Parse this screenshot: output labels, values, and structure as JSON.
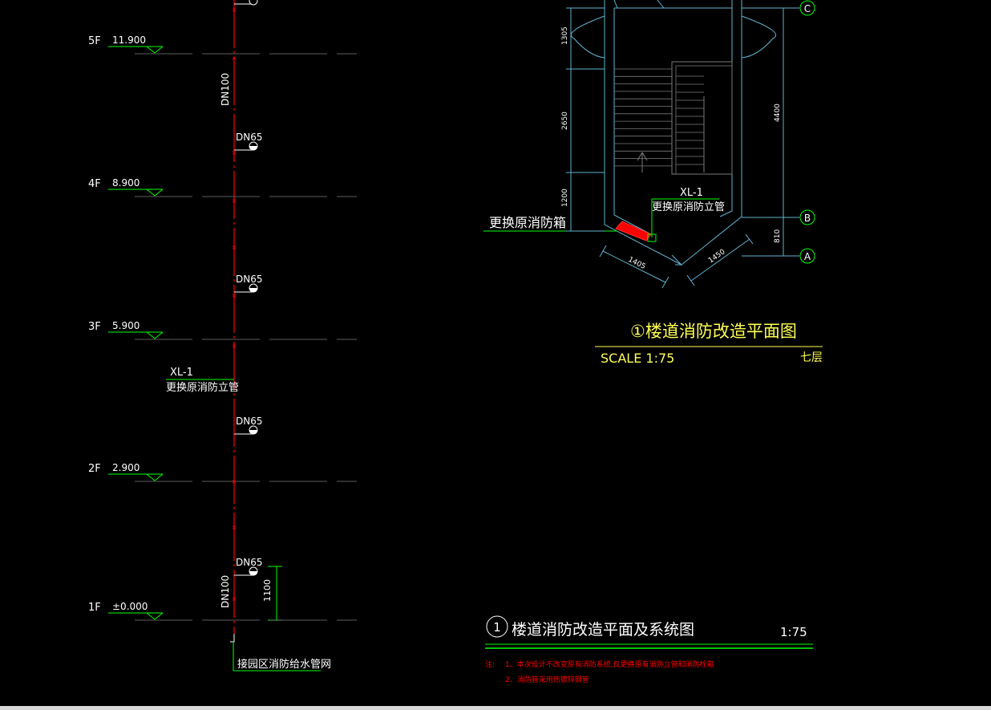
{
  "floors": [
    {
      "label": "5F",
      "elevation": "11.900"
    },
    {
      "label": "4F",
      "elevation": "8.900"
    },
    {
      "label": "3F",
      "elevation": "5.900"
    },
    {
      "label": "2F",
      "elevation": "2.900"
    },
    {
      "label": "1F",
      "elevation": "±0.000"
    }
  ],
  "riser": {
    "pipe_top": "DN100",
    "pipe_bottom": "DN100",
    "branches": [
      "DN65",
      "DN65",
      "DN65",
      "DN65"
    ],
    "tag": "XL-1",
    "tag_note": "更换原消防立管",
    "hydrant_height": "1100",
    "connection_note": "接园区消防给水管网"
  },
  "plan": {
    "axes": [
      "C",
      "B",
      "A"
    ],
    "dims_left": [
      "1305",
      "2650",
      "1200"
    ],
    "dim_right_main": "4400",
    "dim_right_lower": "810",
    "dim_diag_left": "1405",
    "dim_diag_right": "1450",
    "riser_tag": "XL-1",
    "riser_note": "更换原消防立管",
    "box_note": "更换原消防箱",
    "title": "①楼道消防改造平面图",
    "scale": "SCALE 1:75",
    "floor": "七层"
  },
  "sheet": {
    "number": "1",
    "title": "楼道消防改造平面及系统图",
    "scale": "1:75",
    "notes_prefix": "注:",
    "note1": "1、本次设计不改变原有消防系统,仅更换原有消防立管和消防栓箱",
    "note2": "2、消防管采用热镀锌钢管"
  },
  "colors": {
    "background": "#000000",
    "white": "#ffffff",
    "green": "#00ff00",
    "red": "#ff0000",
    "cyan": "#5fb4d0",
    "yellow": "#ffff55",
    "gray": "#7a7a7a"
  }
}
